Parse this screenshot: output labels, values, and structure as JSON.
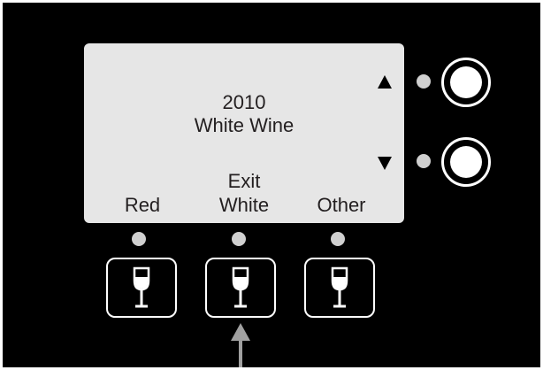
{
  "display": {
    "year": "2010",
    "wine_type": "White Wine",
    "soft_keys": {
      "left": "Red",
      "middle_top": "Exit",
      "middle": "White",
      "right": "Other"
    }
  },
  "controls": {
    "scroll_up_icon": "triangle-up",
    "scroll_down_icon": "triangle-down",
    "wine_button_icon": "wine-glass-icon"
  },
  "colors": {
    "panel": "#000000",
    "screen": "#e6e6e6",
    "text": "#231f20",
    "indicator": "#d0d0d0",
    "pointer": "#a0a0a0"
  }
}
